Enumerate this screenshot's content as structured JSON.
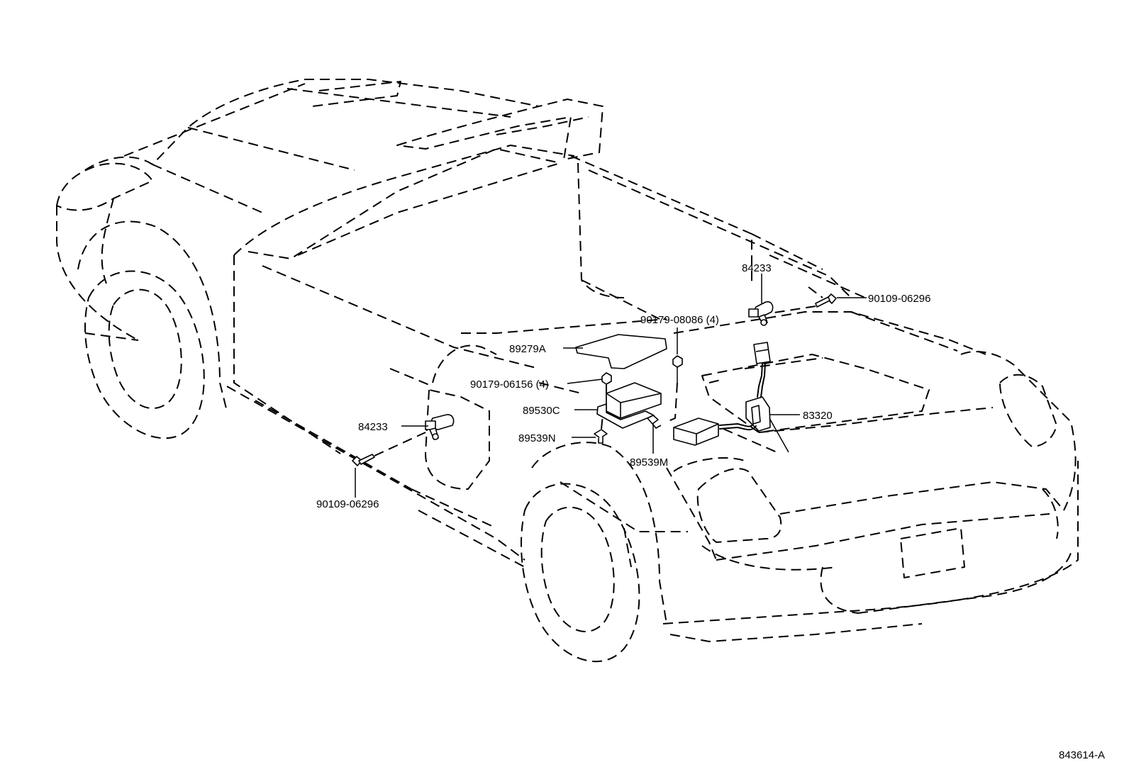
{
  "diagram": {
    "callouts": [
      {
        "id": "p-84233-rear",
        "text": "84233"
      },
      {
        "id": "p-90109-rear",
        "text": "90109-06296"
      },
      {
        "id": "p-90179-08086",
        "text": "90179-08086 (4)"
      },
      {
        "id": "p-89279a",
        "text": "89279A"
      },
      {
        "id": "p-90179-06156",
        "text": "90179-06156 (4)"
      },
      {
        "id": "p-89530c",
        "text": "89530C"
      },
      {
        "id": "p-83320",
        "text": "83320"
      },
      {
        "id": "p-89539n",
        "text": "89539N"
      },
      {
        "id": "p-89539m",
        "text": "89539M"
      },
      {
        "id": "p-84233-front",
        "text": "84233"
      },
      {
        "id": "p-90109-front",
        "text": "90109-06296"
      }
    ],
    "figure_code": "843614-A"
  }
}
